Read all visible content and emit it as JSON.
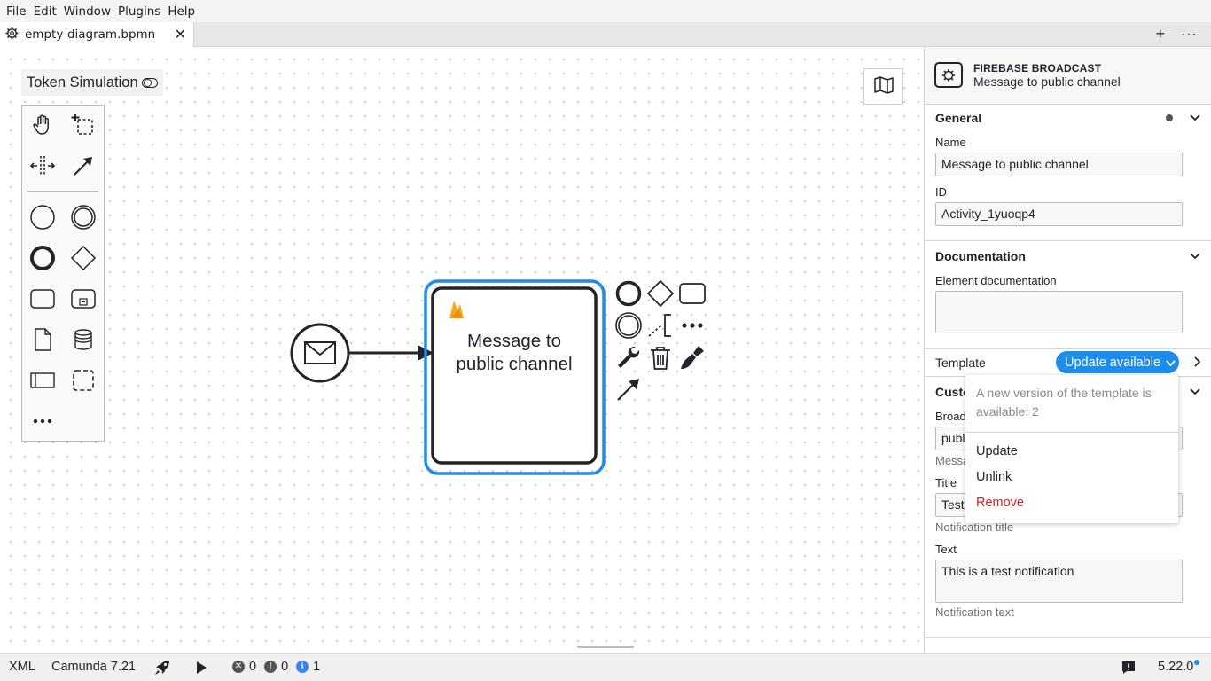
{
  "menu": [
    "File",
    "Edit",
    "Window",
    "Plugins",
    "Help"
  ],
  "tab": {
    "title": "empty-diagram.bpmn",
    "close": "✕"
  },
  "tabbar_actions": {
    "add": "+",
    "more": "···"
  },
  "token_simulation": {
    "label": "Token Simulation"
  },
  "diagram": {
    "task_label_line1": "Message to",
    "task_label_line2": "public channel",
    "selection_color": "#1d8ceb"
  },
  "panel": {
    "element_type": "FIREBASE BROADCAST",
    "element_name": "Message to public channel",
    "general": {
      "title": "General",
      "name_label": "Name",
      "name_value": "Message to public channel",
      "id_label": "ID",
      "id_value": "Activity_1yuoqp4"
    },
    "documentation": {
      "title": "Documentation",
      "element_doc_label": "Element documentation",
      "element_doc_value": ""
    },
    "template": {
      "label": "Template",
      "button": "Update available"
    },
    "custom": {
      "title": "Custo",
      "broadcast_label": "Broad",
      "broadcast_value": "publ",
      "broadcast_desc": "Messa",
      "title_label": "Title",
      "title_value": "Test",
      "title_desc": "Notification title",
      "text_label": "Text",
      "text_value": "This is a test notification",
      "text_desc": "Notification text"
    }
  },
  "template_dropdown": {
    "message": "A new version of the template is available: 2",
    "items": [
      {
        "label": "Update"
      },
      {
        "label": "Unlink"
      },
      {
        "label": "Remove"
      }
    ]
  },
  "statusbar": {
    "format": "XML",
    "engine": "Camunda 7.21",
    "errors": "0",
    "warnings": "0",
    "infos": "1",
    "version": "5.22.0"
  },
  "colors": {
    "accent": "#1d8ceb",
    "danger": "#cc2127",
    "error_icon": "#555555",
    "info_icon": "#3b82f6"
  },
  "icons": [
    "settings-icon",
    "hand-tool-icon",
    "lasso-tool-icon",
    "space-tool-icon",
    "global-connect-icon",
    "start-event-icon",
    "intermediate-event-icon",
    "end-event-icon",
    "gateway-icon",
    "task-icon",
    "subprocess-icon",
    "data-object-icon",
    "data-store-icon",
    "pool-icon",
    "group-icon",
    "more-icon",
    "map-icon",
    "message-event-icon",
    "firebase-icon",
    "wrench-icon",
    "trash-icon",
    "paint-brush-icon",
    "connect-arrow-icon",
    "rocket-icon",
    "play-icon",
    "feedback-icon"
  ]
}
